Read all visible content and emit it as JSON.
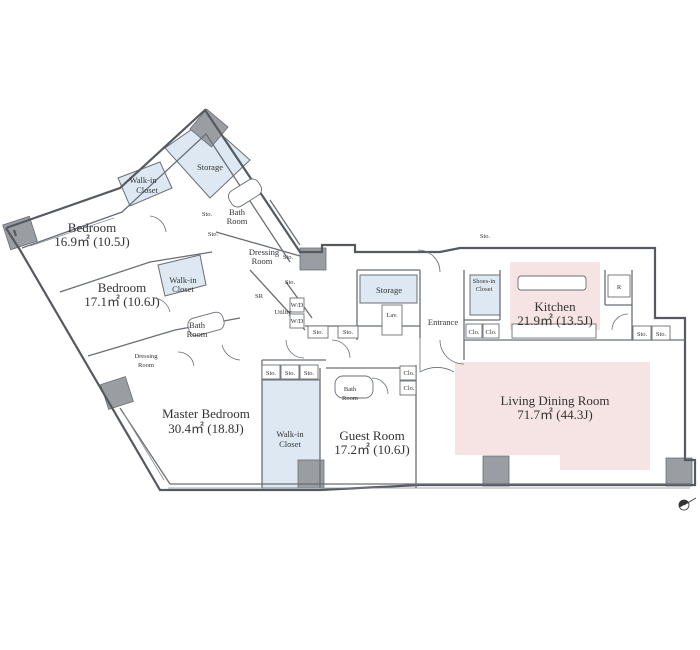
{
  "rooms": {
    "bedroom1": {
      "name": "Bedroom",
      "area": "16.9㎡ (10.5J)"
    },
    "bedroom2": {
      "name": "Bedroom",
      "area": "17.1㎡ (10.6J)"
    },
    "master": {
      "name": "Master Bedroom",
      "area": "30.4㎡ (18.8J)"
    },
    "guest": {
      "name": "Guest Room",
      "area": "17.2㎡ (10.6J)"
    },
    "kitchen": {
      "name": "Kitchen",
      "area": "21.9㎡ (13.5J)"
    },
    "living": {
      "name": "Living Dining Room",
      "area": "71.7㎡ (44.3J)"
    },
    "entrance": {
      "name": "Entrance"
    }
  },
  "small_labels": {
    "storage": "Storage",
    "walk_in": "Walk-in",
    "closet": "Closet",
    "bath": "Bath",
    "room": "Room",
    "dressing": "Dressing",
    "utility": "Utility",
    "lav": "Lav.",
    "shoes_in": "Shoes-in",
    "sto": "Sto.",
    "clo": "Clo.",
    "wd": "W/D",
    "sr": "SR",
    "r": "R"
  },
  "colors": {
    "closet_fill": "#dde8f3",
    "ldk_fill": "#f6e3e3",
    "wall": "#555a60"
  }
}
